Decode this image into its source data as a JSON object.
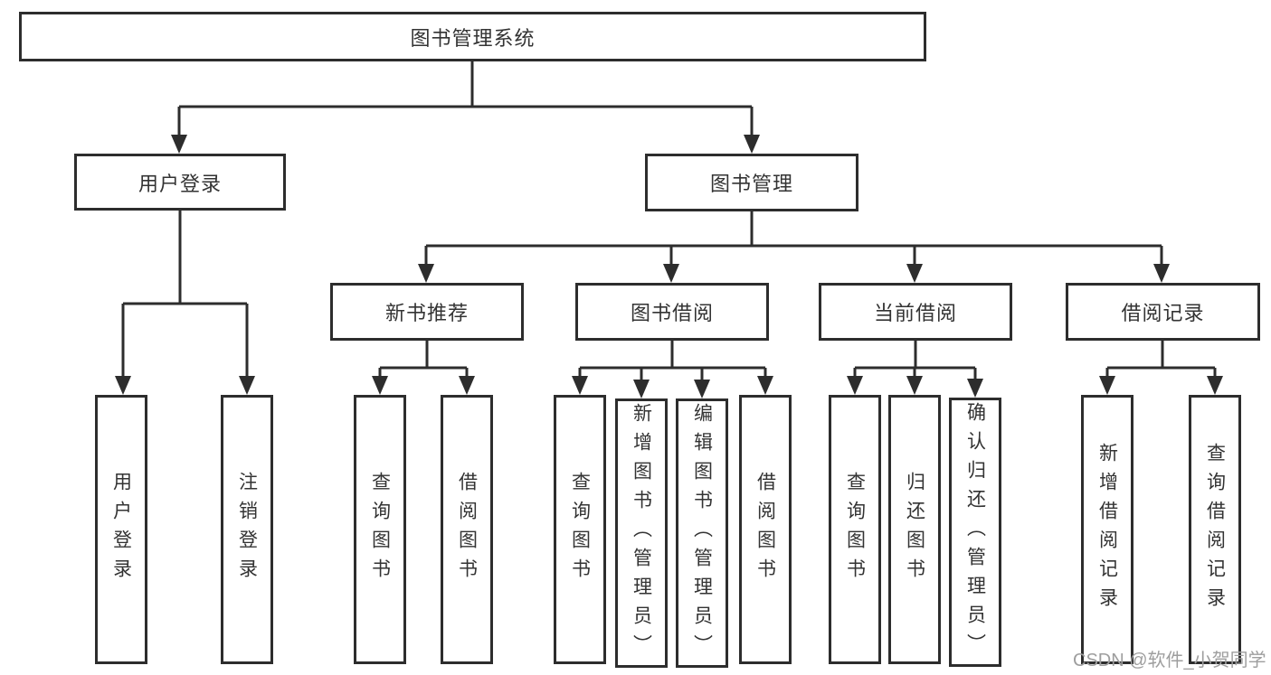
{
  "diagram": {
    "type": "hierarchy-tree",
    "colors": {
      "line": "#2d2d2d",
      "text": "#333333",
      "watermark": "#9e9e9e",
      "background": "#ffffff"
    }
  },
  "tree": {
    "root": {
      "label": "图书管理系统"
    },
    "branches": [
      {
        "label": "用户登录",
        "children": [
          {
            "label": "用户登录"
          },
          {
            "label": "注销登录"
          }
        ]
      },
      {
        "label": "图书管理",
        "children": [
          {
            "label": "新书推荐",
            "children": [
              {
                "label": "查询图书"
              },
              {
                "label": "借阅图书"
              }
            ]
          },
          {
            "label": "图书借阅",
            "children": [
              {
                "label": "查询图书"
              },
              {
                "label": "新增图书（管理员）"
              },
              {
                "label": "编辑图书（管理员）"
              },
              {
                "label": "借阅图书"
              }
            ]
          },
          {
            "label": "当前借阅",
            "children": [
              {
                "label": "查询图书"
              },
              {
                "label": "归还图书"
              },
              {
                "label": "确认归还（管理员）"
              }
            ]
          },
          {
            "label": "借阅记录",
            "children": [
              {
                "label": "新增借阅记录"
              },
              {
                "label": "查询借阅记录"
              }
            ]
          }
        ]
      }
    ]
  },
  "watermark": "CSDN @软件_小贺同学"
}
